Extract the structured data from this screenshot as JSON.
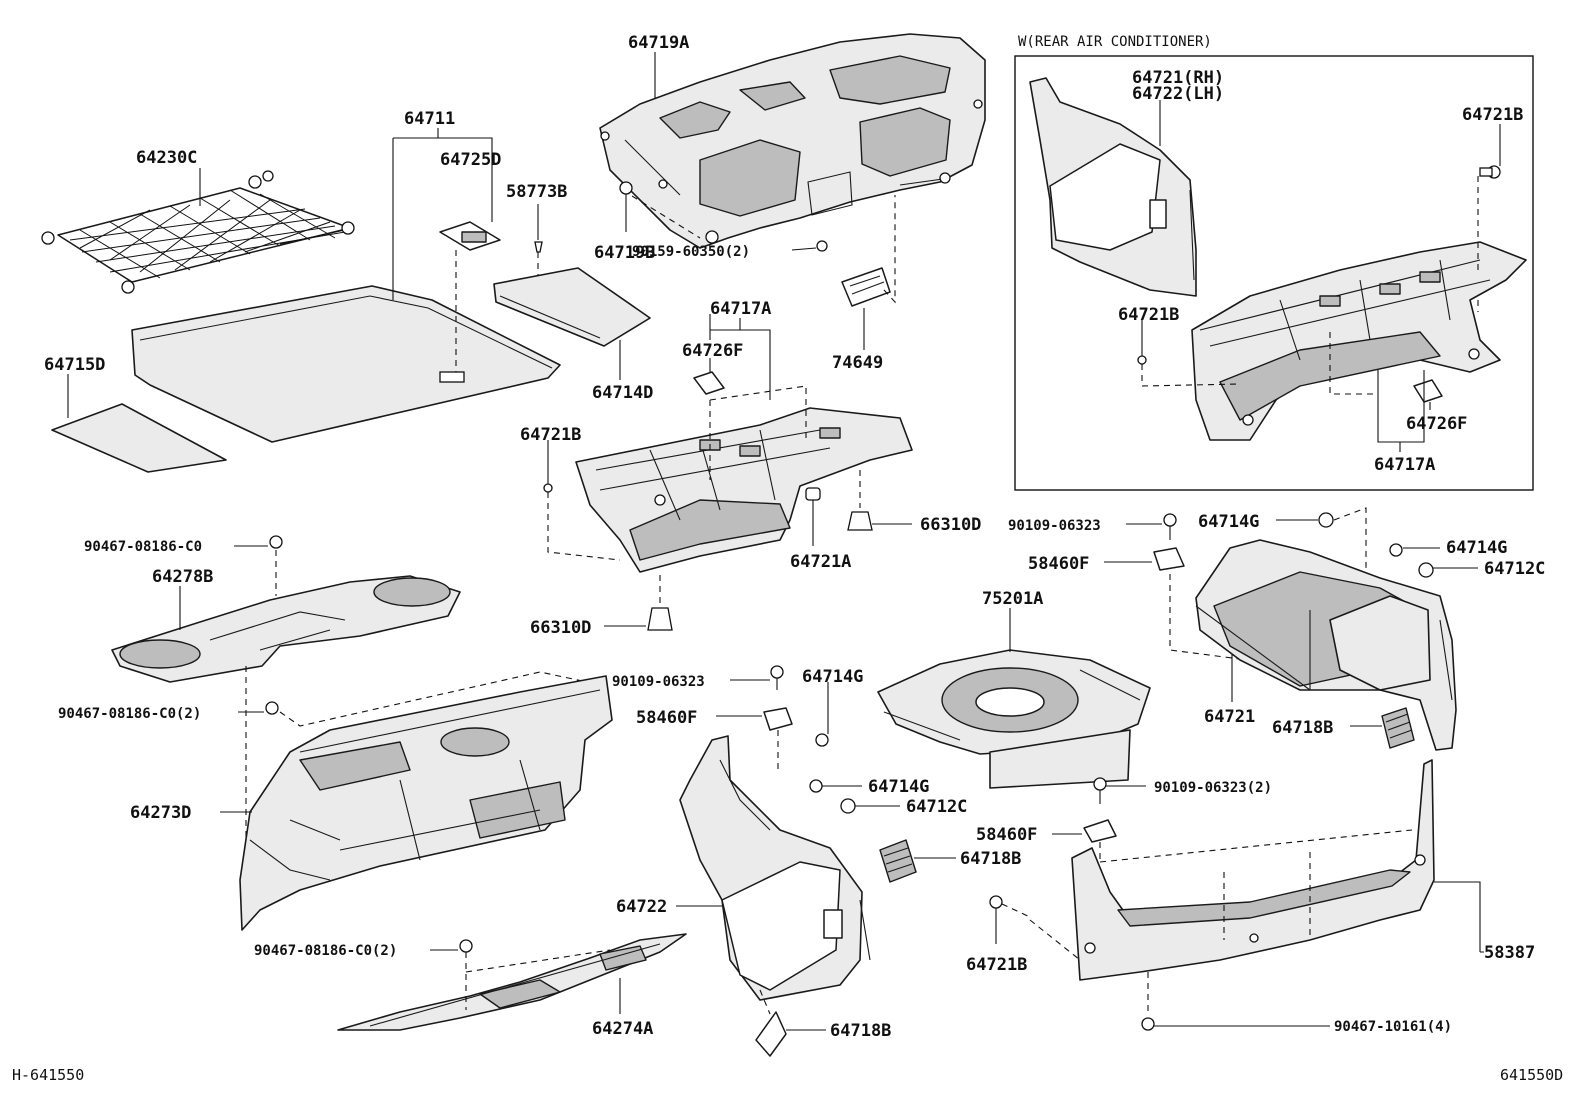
{
  "diagram": {
    "condition_note": "W(REAR AIR CONDITIONER)",
    "footer_left": "H-641550",
    "footer_right": "641550D",
    "labels": {
      "p64719A": "64719A",
      "p64711": "64711",
      "p64725D": "64725D",
      "p64230C": "64230C",
      "p58773B": "58773B",
      "p64719B": "64719B",
      "p90159": "90159-60350(2)",
      "p64717A": "64717A",
      "p64726F": "64726F",
      "p74649": "74649",
      "p64714D": "64714D",
      "p64715D": "64715D",
      "p64721B_main": "64721B",
      "p66310D_right": "66310D",
      "p64721A": "64721A",
      "p66310D_bottom": "66310D",
      "p90467_c0": "90467-08186-C0",
      "p64278B": "64278B",
      "p90109_a": "90109-06323",
      "p90467_c0_2a": "90467-08186-C0(2)",
      "p58460F_a": "58460F",
      "p64714G_a": "64714G",
      "p64273D": "64273D",
      "p64714G_b": "64714G",
      "p64712C_a": "64712C",
      "p64718B_a": "64718B",
      "p64722": "64722",
      "p90467_c0_2b": "90467-08186-C0(2)",
      "p64274A": "64274A",
      "p64718B_b": "64718B",
      "p75201A": "75201A",
      "p90109_b": "90109-06323",
      "p58460F_b": "58460F",
      "p64714G_c": "64714G",
      "p64714G_d": "64714G",
      "p64712C_b": "64712C",
      "p64721": "64721",
      "p64718B_c": "64718B",
      "p90109_2": "90109-06323(2)",
      "p58460F_c": "58460F",
      "p64721B_low": "64721B",
      "p58387": "58387",
      "p90467_10161": "90467-10161(4)",
      "inset_64721RH": "64721(RH)",
      "inset_64722LH": "64722(LH)",
      "inset_64721B_a": "64721B",
      "inset_64721B_b": "64721B",
      "inset_64726F": "64726F",
      "inset_64717A": "64717A"
    }
  }
}
